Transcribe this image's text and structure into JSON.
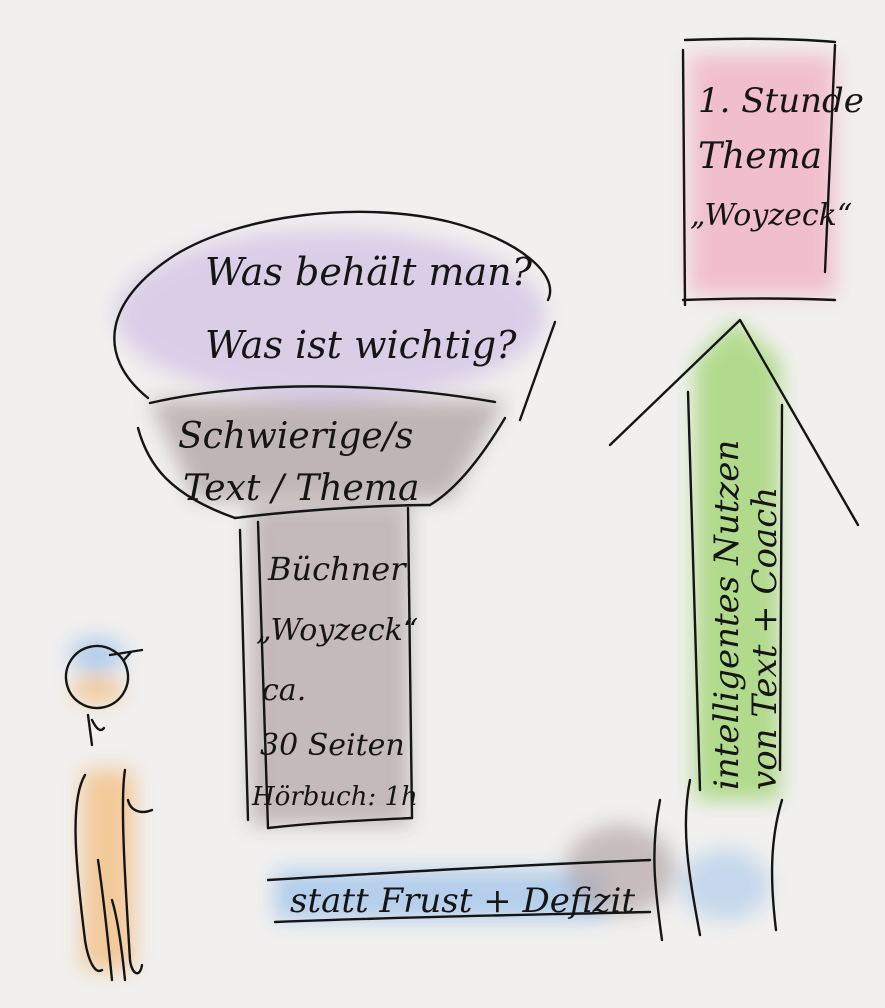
{
  "colors": {
    "paper": "#f1f0ef",
    "lavender": "#d6c8e6",
    "taupe": "#a8999a",
    "pink": "#f1b6c6",
    "green": "#a6d67a",
    "blue": "#a8c8ea",
    "orange": "#f2c28a",
    "ink": "#151515"
  },
  "bowl": {
    "line1": "Was behält man?",
    "line2": "Was ist wichtig?"
  },
  "funnel": {
    "line1": "Schwierige/s",
    "line2": "Text / Thema"
  },
  "stem": {
    "line1": "Büchner",
    "line2": "„Woyzeck“",
    "line3": "ca.",
    "line4": "30 Seiten",
    "line5": "Hörbuch: 1h"
  },
  "bottom_bar": {
    "label": "statt Frust + Defizit"
  },
  "arrow": {
    "line1": "intelligentes Nutzen",
    "line2": "von Text + Coach"
  },
  "goal_box": {
    "line1": "1. Stunde",
    "line2": "Thema",
    "line3": "„Woyzeck“"
  }
}
